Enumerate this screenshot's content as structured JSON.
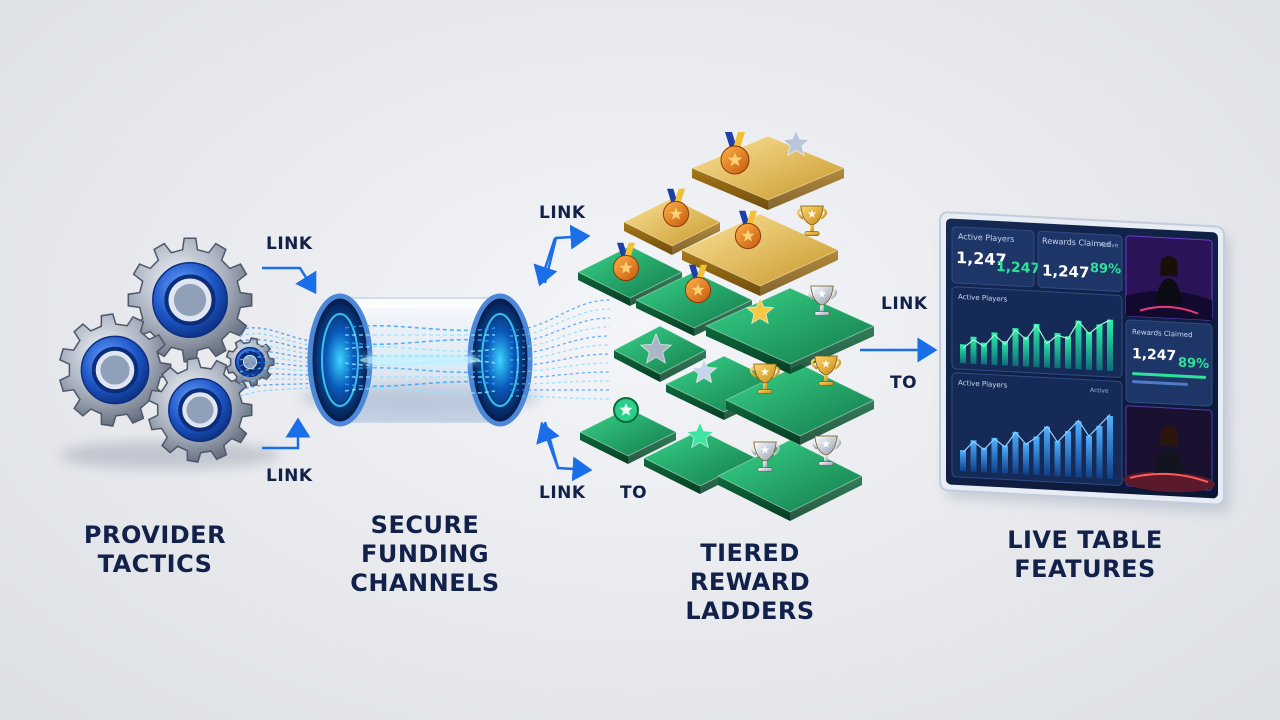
{
  "stages": {
    "provider_tactics": "PROVIDER\nTACTICS",
    "secure_funding_channels": "SECURE\nFUNDING\nCHANNELS",
    "tiered_reward_ladders": "TIERED\nREWARD\nLADDERS",
    "live_table_features": "LIVE TABLE\nFEATURES"
  },
  "connectors": {
    "gears_top": "LINK",
    "gears_bottom": "LINK",
    "tube_top": "LINK",
    "tube_bottom": "LINK",
    "tube_bottom_to": "TO",
    "ladder_right_link": "LINK",
    "ladder_right_to": "TO"
  },
  "dashboard": {
    "card1_title": "Active Players",
    "card1_value": "1,247",
    "card1_value2": "1,247",
    "card2_title": "Rewards Claimed",
    "card2_value": "1,247",
    "card2_percent": "89%",
    "card2_tag": "Active",
    "chart1_title": "Active Players",
    "card3_title": "Rewards Claimed",
    "card3_value": "1,247",
    "card3_percent": "89%",
    "chart2_title": "Active Players",
    "chart2_tag": "Active"
  },
  "colors": {
    "navy_text": "#12214a",
    "arrow_blue": "#1a6fe8",
    "gear_blue": "#1d56c8",
    "green_tier": "#1fa766",
    "gold_tier": "#e2b540",
    "chart_green": "#22d49a",
    "chart_blue": "#2a8bff"
  },
  "icons": [
    "gear-icon",
    "medal-icon",
    "trophy-icon",
    "star-icon",
    "dealer-video-icon"
  ]
}
